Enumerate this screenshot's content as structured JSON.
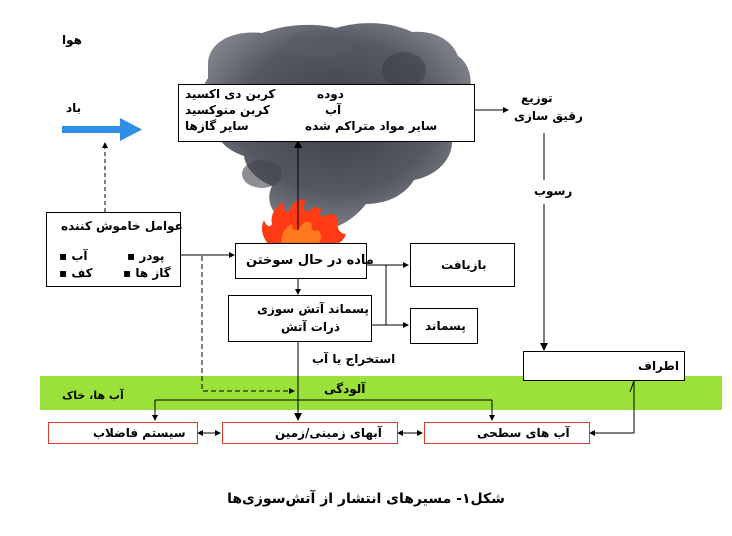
{
  "labels": {
    "air": "هوا",
    "wind": "باد",
    "distribution": "توزیع",
    "dilution": "رقیق سازی",
    "deposition": "رسوب",
    "extraction": "استخراج یا آب",
    "pollution": "آلودگی",
    "soil_water": "آب ها، خاک"
  },
  "emissions_box": {
    "left_lines": [
      "دوده",
      "آب",
      "سایر مواد متراکم شده"
    ],
    "right_lines": [
      "کربن دی اکسید",
      "کربن منوکسید",
      "سایر گازها"
    ]
  },
  "extinguishers_box": {
    "title": "عوامل خاموش کننده",
    "items": [
      "آب",
      "کف",
      "پودر",
      "گاز ها"
    ]
  },
  "burning_box": {
    "label": "ماده در حال سوختن"
  },
  "residue_box": {
    "lines": [
      "پسماند آتش سوزی",
      "ذرات آتش"
    ]
  },
  "recovery_box": {
    "label": "بازیافت"
  },
  "waste_box": {
    "label": "پسماند"
  },
  "surroundings_box": {
    "label": "اطراف"
  },
  "sewer_box": {
    "label": "سیستم فاضلاب"
  },
  "groundwater_box": {
    "label": "آبهای زمینی/زمین"
  },
  "surface_water_box": {
    "label": "آب های سطحی"
  },
  "caption": "شکل۱- مسیرهای انتشار از آتش‌سوزی‌ها",
  "colors": {
    "ground": "#9ae13a",
    "smoke": "#4a4c55",
    "flame": "#ff3a14",
    "wind_arrow": "#2f8fe6",
    "red_border": "#d63a2a"
  }
}
